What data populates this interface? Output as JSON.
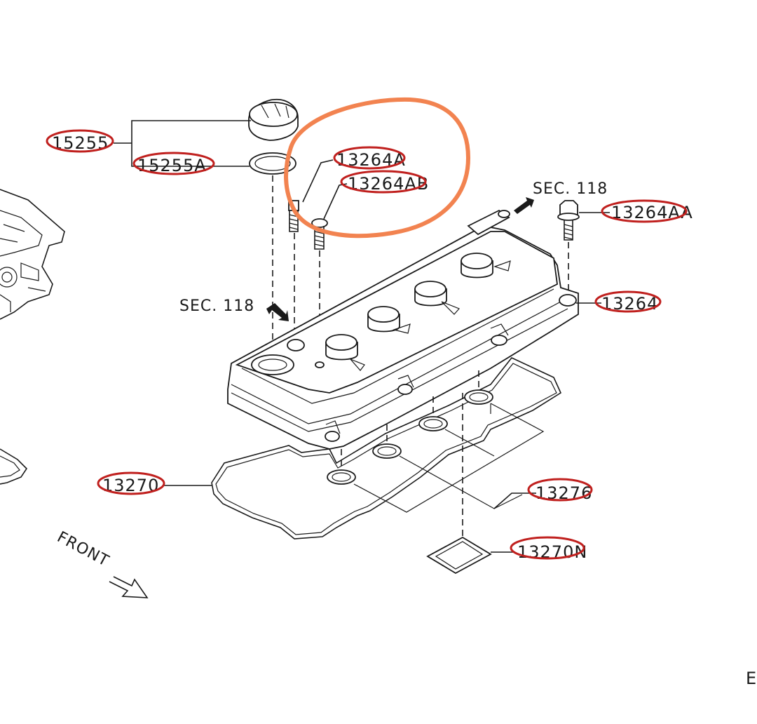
{
  "diagram": {
    "parts": {
      "p15255": "15255",
      "p15255A": "15255A",
      "p13264A": "13264A",
      "p13264AB": "13264AB",
      "p13264AA": "13264AA",
      "p13264": "13264",
      "p13270": "13270",
      "p13276": "13276",
      "p13270N": "13270N"
    },
    "section_refs": {
      "right": "SEC. 118",
      "left": "SEC. 118"
    },
    "direction_label": "FRONT",
    "corner_text": "E",
    "colors": {
      "callout_ellipse": "#c0201e",
      "highlight_circle": "#f28350",
      "line_art": "#1a1a1a"
    }
  }
}
